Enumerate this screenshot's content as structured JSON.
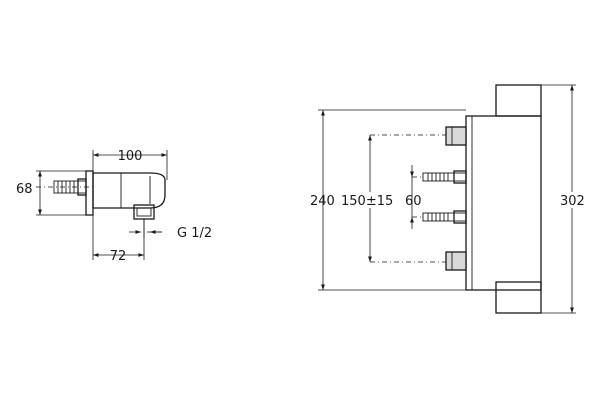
{
  "side_view": {
    "dim_width": "100",
    "dim_height": "68",
    "dim_depth": "72",
    "connection_thread": "G 1/2"
  },
  "front_view": {
    "dim_mount_height": "240",
    "dim_inlet_spacing": "150±15",
    "dim_fixing_spacing": "60",
    "dim_total_height": "302"
  }
}
